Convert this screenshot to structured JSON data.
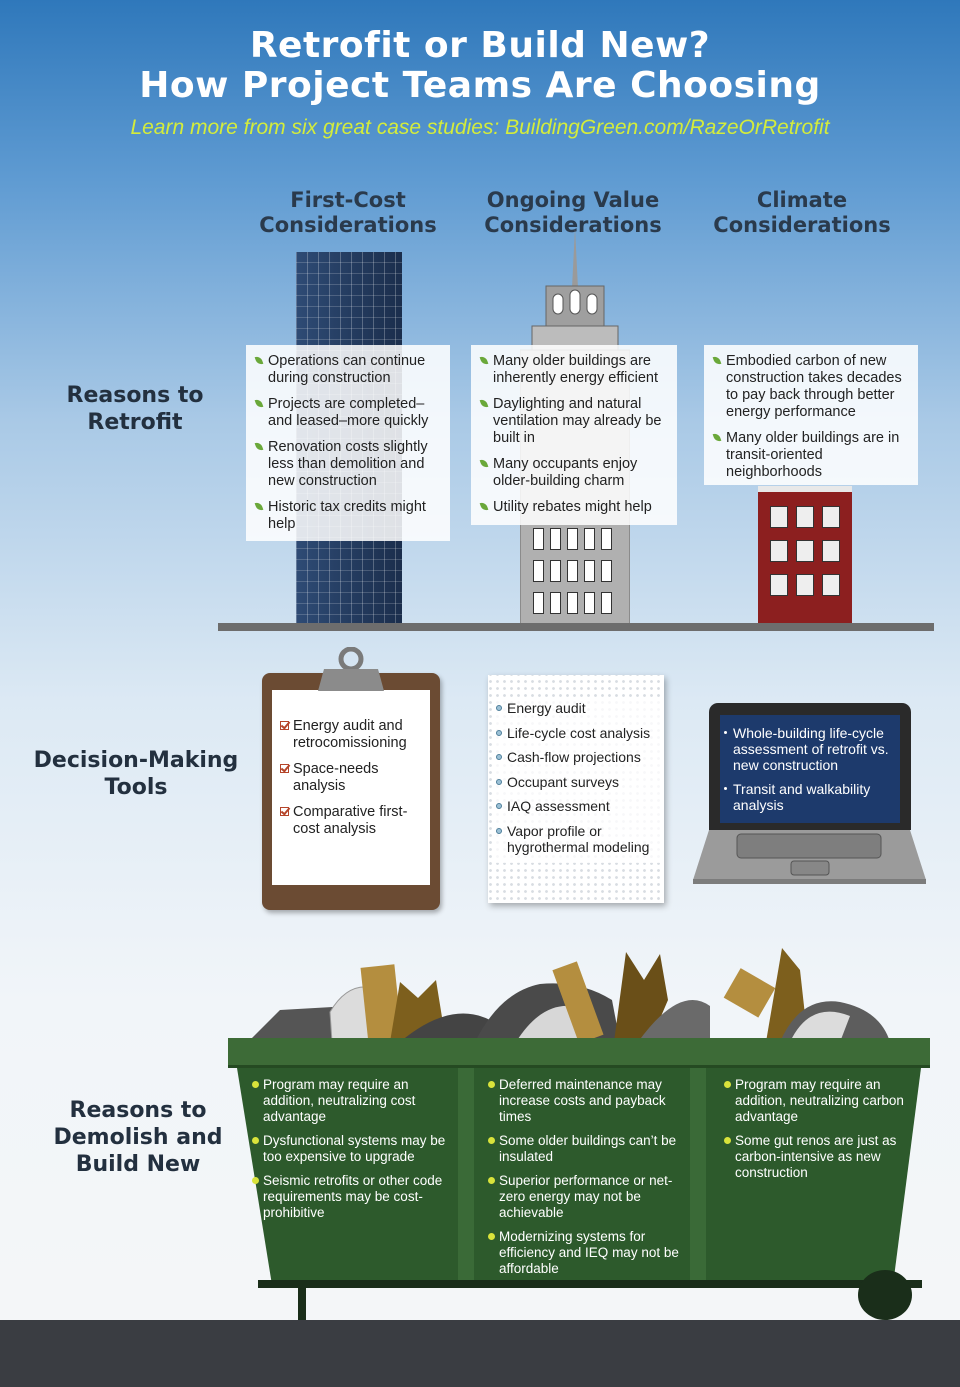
{
  "header": {
    "title_line1": "Retrofit or Build New?",
    "title_line2": "How Project Teams Are Choosing",
    "subtitle": "Learn more from six great case studies: BuildingGreen.com/RazeOrRetrofit"
  },
  "columns": {
    "first_cost": "First-Cost Considerations",
    "ongoing_value": "Ongoing Value Considerations",
    "climate": "Climate Considerations"
  },
  "rows": {
    "retrofit": "Reasons to Retrofit",
    "tools": "Decision-Making Tools",
    "demolish": "Reasons to Demolish and Build New"
  },
  "retrofit": {
    "first_cost": [
      "Operations can continue during construction",
      "Projects are completed–and leased–more quickly",
      "Renovation costs slightly less than demolition and new construction",
      "Historic tax credits might help"
    ],
    "ongoing_value": [
      "Many older buildings are inherently energy efficient",
      "Daylighting and natural ventilation may already be built in",
      "Many occupants enjoy older-building charm",
      "Utility rebates might help"
    ],
    "climate": [
      "Embodied carbon of new construction takes decades to pay back through better energy performance",
      "Many older buildings are in transit-oriented neighborhoods"
    ]
  },
  "tools": {
    "first_cost": [
      "Energy audit and retrocomissioning",
      "Space-needs analysis",
      "Comparative first-cost analysis"
    ],
    "ongoing_value": [
      "Energy audit",
      "Life-cycle cost analysis",
      "Cash-flow projections",
      "Occupant surveys",
      "IAQ assessment",
      "Vapor profile or hygrothermal modeling"
    ],
    "climate": [
      "Whole-building life-cycle assessment of retrofit vs. new construction",
      "Transit and walkability analysis"
    ]
  },
  "demolish": {
    "first_cost": [
      "Program may require an addition, neutralizing cost advantage",
      "Dysfunctional systems may be too expensive to upgrade",
      "Seismic retrofits or other code requirements may be cost-prohibitive"
    ],
    "ongoing_value": [
      "Deferred maintenance may increase costs and payback times",
      "Some older buildings can’t be insulated",
      "Superior performance or net-zero energy may not be achievable",
      "Modernizing systems for efficiency and IEQ may not be affordable"
    ],
    "climate": [
      "Program may require an addition, neutralizing carbon advantage",
      "Some gut renos are just as carbon-intensive as new construction"
    ]
  },
  "colors": {
    "sky_top": "#2f78bb",
    "accent_green": "#d4ec3b",
    "dumpster": "#2d5a2c",
    "brick": "#8c1f1f",
    "leaf": "#6aa83a"
  }
}
